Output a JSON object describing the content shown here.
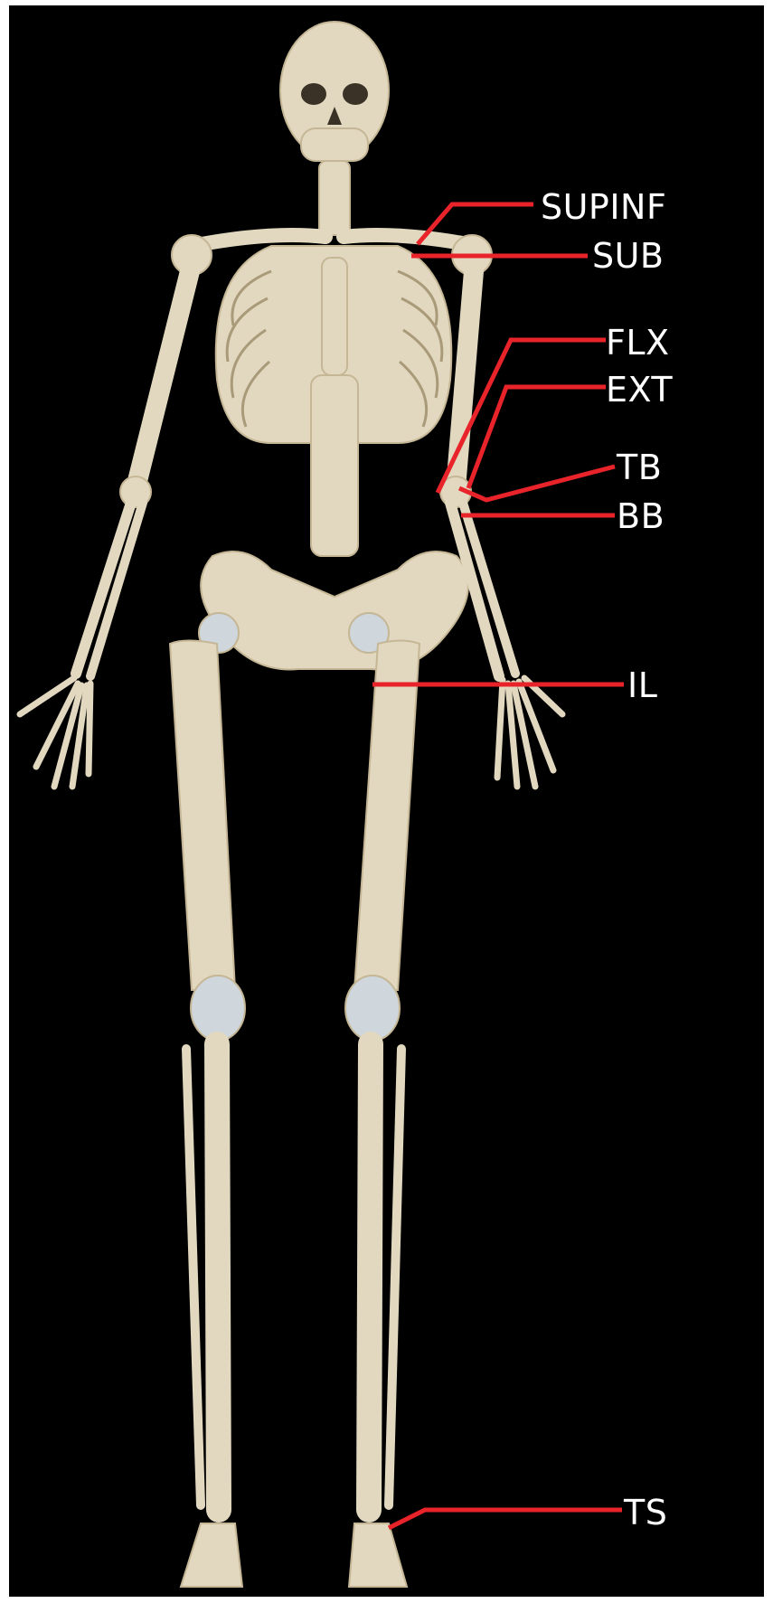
{
  "colors": {
    "background": "#000000",
    "frame": "#ffffff",
    "bone": "#e2d8bf",
    "bone_shade": "#c5b796",
    "cartilage": "#cfd6dc",
    "leader": "#e8232a",
    "label_text": "#ffffff"
  },
  "labels": {
    "supinf": "SUPINF",
    "sub": "SUB",
    "flx": "FLX",
    "ext": "EXT",
    "tb": "TB",
    "bb": "BB",
    "il": "IL",
    "ts": "TS"
  }
}
